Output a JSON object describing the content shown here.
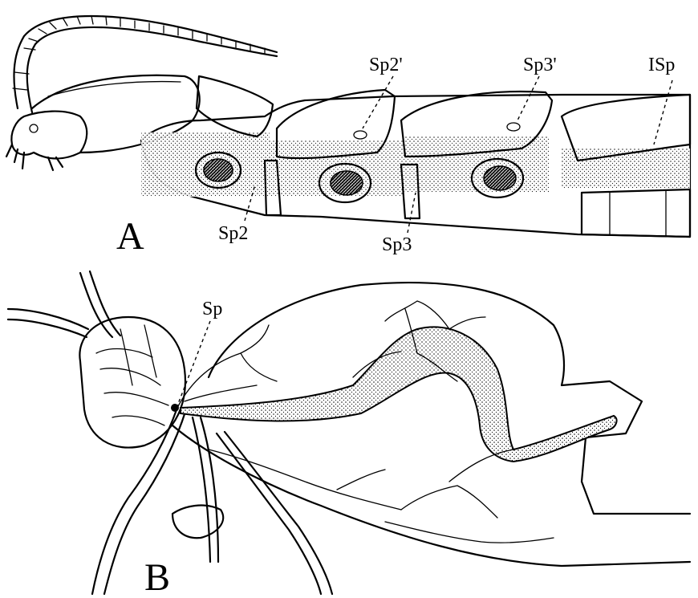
{
  "panels": {
    "a": {
      "label": "A",
      "spiracle_labels": {
        "sp2_prime": "Sp2'",
        "sp3_prime": "Sp3'",
        "isp": "ISp",
        "sp2": "Sp2",
        "sp3": "Sp3"
      }
    },
    "b": {
      "label": "B",
      "spiracle_label": "Sp"
    }
  }
}
